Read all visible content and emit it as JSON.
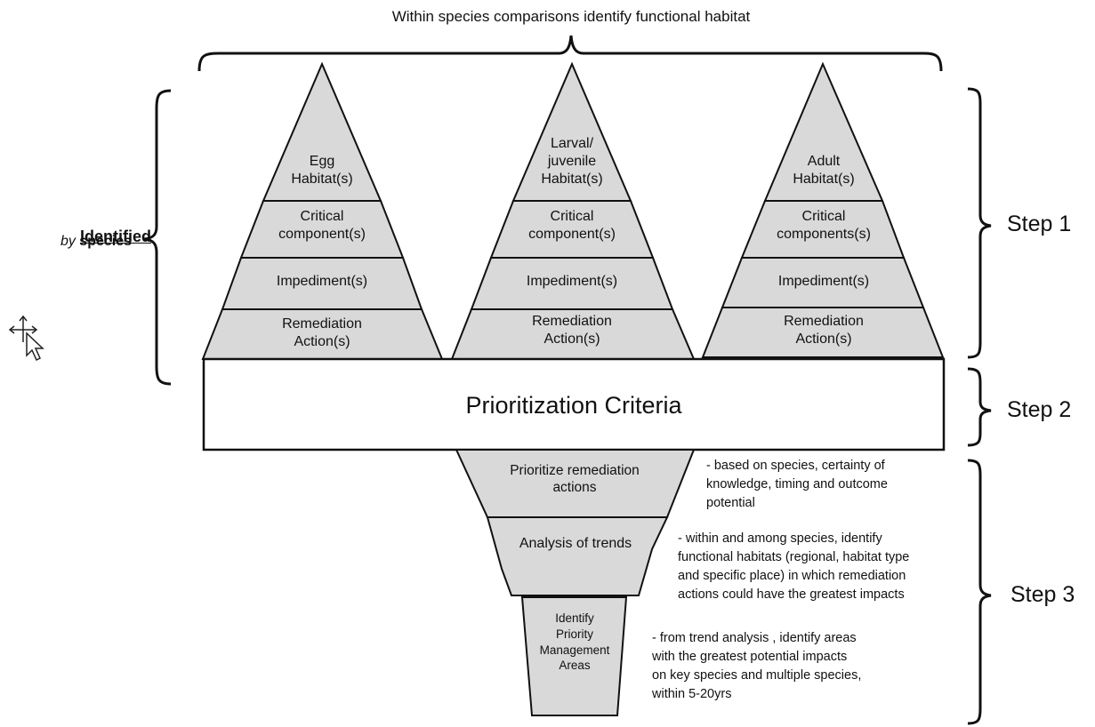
{
  "header": {
    "title": "Within species comparisons identify functional habitat"
  },
  "left_label": {
    "identified": "Identified",
    "by": "by",
    "species": " species"
  },
  "pyramids": [
    {
      "levels": [
        "Egg\nHabitat(s)",
        "Critical\ncomponent(s)",
        "Impediment(s)",
        "Remediation\nAction(s)"
      ]
    },
    {
      "levels": [
        "Larval/\njuvenile\nHabitat(s)",
        "Critical\ncomponent(s)",
        "Impediment(s)",
        "Remediation\nAction(s)"
      ]
    },
    {
      "levels": [
        "Adult\nHabitat(s)",
        "Critical\ncomponents(s)",
        "Impediment(s)",
        "Remediation\nAction(s)"
      ]
    }
  ],
  "criteria": {
    "label": "Prioritization Criteria"
  },
  "funnel": {
    "levels": [
      "Prioritize remediation\nactions",
      "Analysis of trends",
      "Identify\nPriority\nManagement\nAreas"
    ]
  },
  "notes": [
    "- based on species, certainty of\nknowledge, timing and outcome\npotential",
    "- within and among species, identify\nfunctional habitats (regional, habitat type\nand specific place) in which remediation\nactions could have the greatest impacts",
    "- from trend analysis , identify areas\nwith the greatest potential impacts\non key species and multiple species,\nwithin 5-20yrs"
  ],
  "steps": [
    "Step 1",
    "Step 2",
    "Step 3"
  ],
  "colors": {
    "fill": "#d9d9d9",
    "stroke": "#111111",
    "box": "#ffffff"
  },
  "icons": [
    "move-cursor-icon"
  ]
}
